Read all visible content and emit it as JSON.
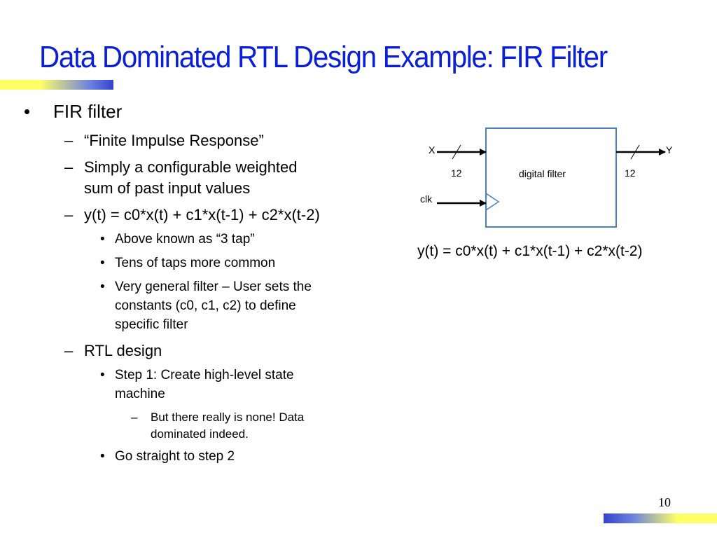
{
  "slide": {
    "title": "Data Dominated RTL Design Example: FIR Filter",
    "page_number": "10"
  },
  "bullets": {
    "b1": "FIR filter",
    "b1_1": "“Finite Impulse Response”",
    "b1_2_a": "Simply a configurable weighted",
    "b1_2_b": "sum of past input values",
    "b1_3": "y(t) = c0*x(t) + c1*x(t-1) + c2*x(t-2)",
    "b1_3_1": "Above known as “3 tap”",
    "b1_3_2": "Tens of taps more common",
    "b1_3_3_a": "Very general filter – User sets the",
    "b1_3_3_b": "constants (c0, c1, c2) to define",
    "b1_3_3_c": "specific filter",
    "b1_4": "RTL design",
    "b1_4_1_a": "Step 1: Create high-level state",
    "b1_4_1_b": "machine",
    "b1_4_1_1_a": "But there really is none!  Data",
    "b1_4_1_1_b": "dominated indeed.",
    "b1_4_2": "Go straight to step 2"
  },
  "markers": {
    "bullet": "•",
    "dash": "–"
  },
  "diagram": {
    "block_label": "digital filter",
    "input_label": "X",
    "output_label": "Y",
    "clock_label": "clk",
    "input_width": "12",
    "output_width": "12",
    "equation": "y(t) = c0*x(t) + c1*x(t-1) + c2*x(t-2)"
  },
  "colors": {
    "title": "#0a1fd6",
    "block_border": "#4a7fc1"
  }
}
